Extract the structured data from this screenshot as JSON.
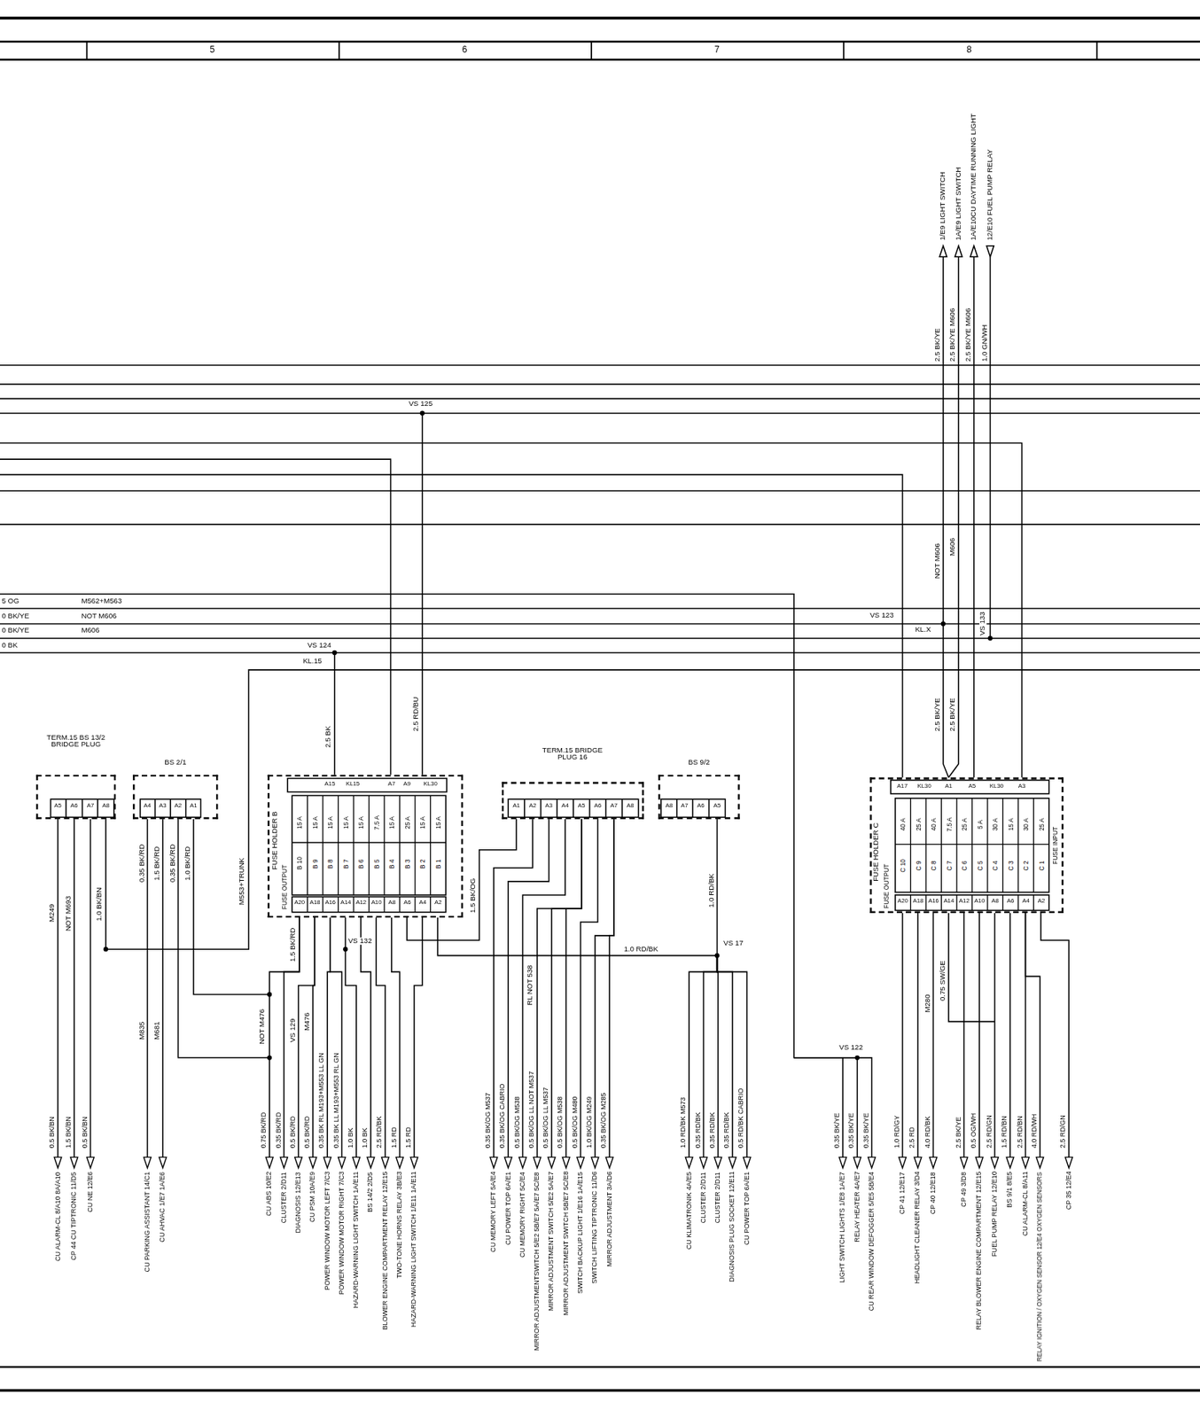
{
  "diagram": {
    "nodes": [
      {
        "text": [
          "TERM.15 BS 13/2 BRIDGE PLUG",
          "A5",
          "A6",
          "A7",
          "A8"
        ]
      },
      {
        "text": [
          "BS 2/1",
          "A4",
          "A3",
          "A2",
          "A1"
        ]
      },
      {
        "text": [
          "FUSE HOLDER B",
          "FUSE OUTPUT",
          "A15",
          "KL15",
          "A7",
          "A9",
          "KL30",
          "15 A",
          "B 10",
          "15 A",
          "B 9",
          "15 A",
          "B 8",
          "15 A",
          "B 7",
          "15 A",
          "B 6",
          "7.5 A",
          "B 5",
          "15 A",
          "B 4",
          "25 A",
          "B 3",
          "15 A",
          "B 2",
          "15 A",
          "B 1",
          "A20",
          "A18",
          "A16",
          "A14",
          "A12",
          "A10",
          "A8",
          "A6",
          "A4",
          "A2"
        ]
      },
      {
        "text": [
          "TERM.15 BRIDGE PLUG 16",
          "A1",
          "A2",
          "A3",
          "A4",
          "A5",
          "A6",
          "A7",
          "A8"
        ]
      },
      {
        "text": [
          "BS 9/2",
          "A8",
          "A7",
          "A6",
          "A5"
        ]
      },
      {
        "text": [
          "FUSE HOLDER C",
          "FUSE OUTPUT",
          "FUSE INPUT",
          "A17",
          "KL30",
          "A1",
          "A5",
          "KL30",
          "A3",
          "40 A",
          "C 10",
          "25 A",
          "C 9",
          "40 A",
          "C 8",
          "7.5 A",
          "C 7",
          "25 A",
          "C 6",
          "5 A",
          "C 5",
          "30 A",
          "C 4",
          "15 A",
          "C 3",
          "30 A",
          "C 2",
          "25 A",
          "C 1",
          "A20",
          "A18",
          "A16",
          "A14",
          "A12",
          "A10",
          "A8",
          "A6",
          "A4",
          "A2"
        ]
      }
    ],
    "edges": [
      {
        "from": 2,
        "to": 4,
        "arrow": "none",
        "label": "1.0 RD/BK"
      },
      {
        "from": 2,
        "to": 3,
        "arrow": "none",
        "label": "1.5 BK/OG"
      }
    ],
    "labels": [
      "5",
      "6",
      "7",
      "8",
      "VS 125",
      "5 OG",
      "M562+M563",
      "0 BK/YE",
      "NOT M606",
      "0 BK/YE",
      "M606",
      "0 BK",
      "VS 124",
      "KL.15",
      "VS 123",
      "KL.X",
      "VS 133",
      "NOT M606",
      "M606",
      "2.5 BK/YE",
      "2.5 BK/YE",
      "1/E9 LIGHT SWITCH",
      "1A/E9 LIGHT SWITCH",
      "1A/E10CU DAYTIME RUNNING LIGHT",
      "12/E10 FUEL PUMP RELAY",
      "2.5 BK/YE",
      "2.5 BK/YE M606",
      "2.5 BK/YE M606",
      "1.0 GN/WH",
      "2.5 BK",
      "2.5 RD/BU",
      "M553+TRUNK",
      "M249",
      "NOT M693",
      "1.0 BK/BN",
      "0.35 BK/RD",
      "1.5 BK/RD",
      "0.35 BK/RD",
      "1.0 BK/RD",
      "M835",
      "M681",
      "NOT M476",
      "VS 129",
      "1.5 BK/RD",
      "M476",
      "VS 132",
      "RL NOT 538",
      "1.0 RD/BK",
      "VS 17",
      "VS 122",
      "M280",
      "0.75 SW/GE",
      "0.5 BK/BN",
      "CU ALARM-CL 8/A10 8A/A10",
      "1.5 BK/BN",
      "CP 44 CU TIPTRONIC 11/D5",
      "0.5 BK/BN",
      "CU NE 12/E6",
      "CU PARKING ASSISTANT 14/C1",
      "CU AHVAC 1/E7 1A/E6",
      "0.75 BK/RD",
      "CU ABS 10/E2",
      "0.35 BK/RD",
      "CLUSTER 2/D11",
      "0.5 BK/RD",
      "DIAGNOSIS 12/E13",
      "0.5 BK/RD",
      "CU PSM 10A/E9",
      "0.35 BK RL M193+M553 LL GN",
      "POWER WINDOW MOTOR LEFT 7/C3",
      "0.35 BK LL M193+M553 RL GN",
      "POWER WINDOW MOTOR RIGHT 7/C3",
      "1.0 BK",
      "HAZARD-WARNING LIGHT SWITCH 1A/E11",
      "1.0 BK",
      "BS 14/2 2/D5",
      "2.5 RD/BK",
      "BLOWER ENGINE COMPARTMENT RELAY 12/E15",
      "1.5 RD",
      "TWO-TONE HORNS RELAY 3B/E3",
      "1.5 RD",
      "HAZARD-WARNING LIGHT SWITCH 1/E11 1A/E11",
      "0.35 BK/OG M537",
      "CU MEMORY LEFT 5A/E4",
      "0.35 BK/OG CABRIO",
      "CU POWER TOP 6A/E1",
      "0.5 BK/OG M538",
      "CU MEMORY RIGHT 5C/E4",
      "0.5 BK/OG LL NOT M537",
      "MIRROR ADJUSTMENTSWITCH 5/E2 5B/E7 5A/E7 5C/E8",
      "0.5 BK/OG LL M537",
      "MIRROR ADJUSTMENT SWITCH 5/E2 5A/E7",
      "0.5 BK/OG M538",
      "MIRROR ADJUSTMENT SWITCH 5B/E7 5C/E8",
      "0.5 BK/OG M480",
      "SWITCH BACKUP LIGHT 1/E16 1A/E15",
      "1.0 BK/OG M249",
      "SWITCH LIFTING TIPTRONIC 11/D6",
      "0.35 BK/OG M285",
      "MIRROR ADJUSTMENT 3A/D6",
      "1.0 RD/BK M573",
      "CU KLIMATRONIK 4A/E5",
      "0.35 RD/BK",
      "CLUSTER 2/D11",
      "0.35 RD/BK",
      "CLUSTER 2/D11",
      "0.35 RD/BK",
      "DIAGNOSIS PLUG SOCKET 12/E11",
      "0.5 RD/BK CABRIO",
      "CU POWER TOP 6A/E1",
      "0.35 BK/YE",
      "LIGHT SWITCH LIGHTS 1/E8 1A/E7",
      "0.35 BK/YE",
      "RELAY HEATER 4A/E7",
      "0.35 BK/YE",
      "CU REAR WINDOW DEFOGGER 5/E5 5B/E4",
      "1.0 RD/GY",
      "CP 41 12/E17",
      "2.5 RD",
      "HEADLIGHT CLEANER RELAY 3/D4",
      "4.0 RD/BK",
      "CP 40 12/E18",
      "2.5 BK/YE",
      "CP 49 3/D8",
      "0.5 OG/WH",
      "RELAY BLOWER ENGINE COMPARTMENT 12/E15",
      "2.5 RD/GN",
      "FUEL PUMP RELAY 12/E10",
      "1.5 RD/BN",
      "BS 9/1 8/E5",
      "2.5 RD/BN",
      "CU ALARM-CL 8/A11",
      "4.0 RD/WH",
      "RELAY IGNITION / OXYGEN SENSOR 12/E4 OXYGEN SENSORS",
      "2.5 RD/GN",
      "CP 35 12/E4"
    ]
  }
}
